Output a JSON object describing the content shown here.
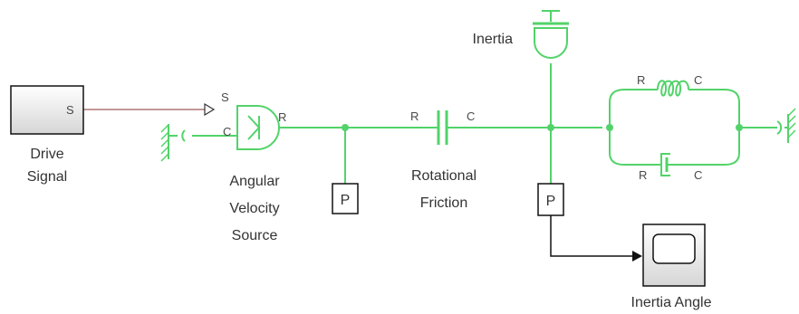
{
  "colors": {
    "physical_line": "#52d36a",
    "signal_line": "#9e5a5a",
    "block_stroke": "#111111",
    "label_text": "#333333",
    "port_text": "#4a4a4a"
  },
  "blocks": {
    "drive_signal": {
      "label_line1": "Drive",
      "label_line2": "Signal",
      "port": "S"
    },
    "velocity_source": {
      "label_line1": "Angular",
      "label_line2": "Velocity",
      "label_line3": "Source",
      "port_s": "S",
      "port_r": "R",
      "port_c": "C"
    },
    "sensor_left": {
      "text": "P"
    },
    "friction": {
      "label_line1": "Rotational",
      "label_line2": "Friction",
      "port_r": "R",
      "port_c": "C"
    },
    "inertia": {
      "label": "Inertia"
    },
    "sensor_right": {
      "text": "P"
    },
    "spring": {
      "port_r": "R",
      "port_c": "C"
    },
    "damper": {
      "port_r": "R",
      "port_c": "C"
    },
    "scope": {
      "label": "Inertia Angle"
    }
  }
}
